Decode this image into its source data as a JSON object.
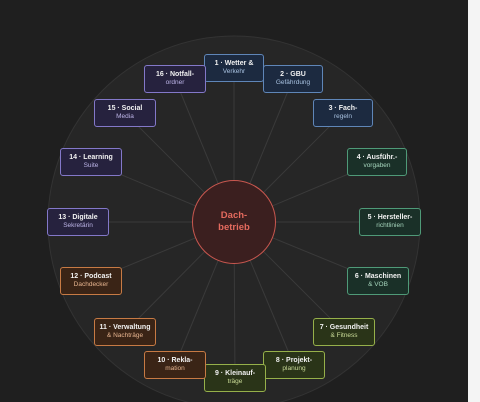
{
  "center": {
    "line1": "Dach-",
    "line2": "betrieb"
  },
  "nodes": [
    {
      "id": "n1",
      "line1": "1 · Wetter &",
      "line2": "Verkehr",
      "color": "blue"
    },
    {
      "id": "n2",
      "line1": "2 · GBU",
      "line2": "Gefährdung",
      "color": "blue"
    },
    {
      "id": "n3",
      "line1": "3 · Fach-",
      "line2": "regeln",
      "color": "blue"
    },
    {
      "id": "n4",
      "line1": "4 · Ausführ.-",
      "line2": "vorgaben",
      "color": "green"
    },
    {
      "id": "n5",
      "line1": "5 · Hersteller-",
      "line2": "richtlinien",
      "color": "green"
    },
    {
      "id": "n6",
      "line1": "6 · Maschinen",
      "line2": "& VOB",
      "color": "green"
    },
    {
      "id": "n7",
      "line1": "7 · Gesundheit",
      "line2": "& Fitness",
      "color": "olive"
    },
    {
      "id": "n8",
      "line1": "8 · Projekt-",
      "line2": "planung",
      "color": "olive"
    },
    {
      "id": "n9",
      "line1": "9 · Kleinauf-",
      "line2": "träge",
      "color": "olive"
    },
    {
      "id": "n10",
      "line1": "10 · Rekla-",
      "line2": "mation",
      "color": "orange"
    },
    {
      "id": "n11",
      "line1": "11 · Verwaltung",
      "line2": "& Nachträge",
      "color": "orange"
    },
    {
      "id": "n12",
      "line1": "12 · Podcast",
      "line2": "Dachdecker",
      "color": "orange"
    },
    {
      "id": "n13",
      "line1": "13 · Digitale",
      "line2": "Sekretärin",
      "color": "purple"
    },
    {
      "id": "n14",
      "line1": "14 · Learning",
      "line2": "Suite",
      "color": "purple"
    },
    {
      "id": "n15",
      "line1": "15 · Social",
      "line2": "Media",
      "color": "purple"
    },
    {
      "id": "n16",
      "line1": "16 · Notfall-",
      "line2": "ordner",
      "color": "purple"
    }
  ],
  "colors": {
    "background": "#1f1f1f",
    "hub_fill": "#3b1f1f",
    "hub_stroke": "#c9574f",
    "hub_text": "#e46a5e",
    "blue": "#5f86b8",
    "green": "#4f9a78",
    "olive": "#96b04a",
    "orange": "#c77a44",
    "purple": "#8378c9"
  }
}
